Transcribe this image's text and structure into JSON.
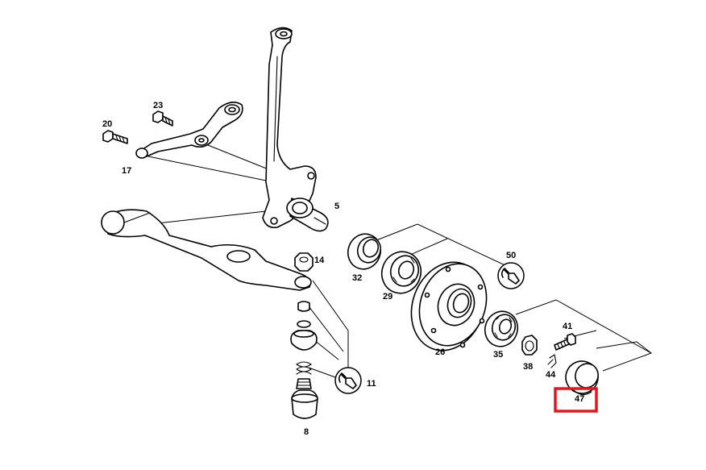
{
  "labels": {
    "p5": "5",
    "p8": "8",
    "p11": "11",
    "p14": "14",
    "p17": "17",
    "p20": "20",
    "p23": "23",
    "p26": "26",
    "p29": "29",
    "p32": "32",
    "p35": "35",
    "p38": "38",
    "p41": "41",
    "p44": "44",
    "p47": "47",
    "p50": "50"
  },
  "highlight": {
    "part": "47",
    "color": "#e8141c"
  },
  "icons": {
    "tool": "wrench-icon"
  }
}
